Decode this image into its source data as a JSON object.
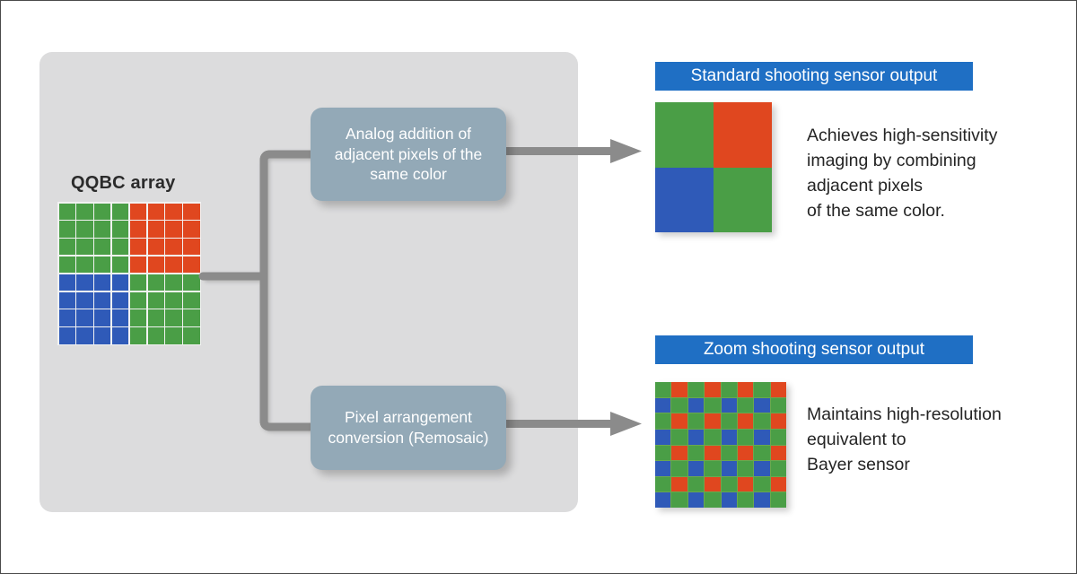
{
  "diagram": {
    "title_left": "QQBC array",
    "colors": {
      "green": "#4a9e46",
      "red": "#e0471f",
      "blue": "#2f5ab8",
      "panel": "#dcdcdd",
      "process_box": "#93a9b7",
      "banner": "#1f6fc4",
      "arrow": "#8b8b8b",
      "text": "#242424"
    },
    "process_boxes": [
      {
        "id": "analog-addition",
        "label": "Analog addition of\nadjacent pixels\nof the same color"
      },
      {
        "id": "remosaic",
        "label": "Pixel arrangement\nconversion\n(Remosaic)"
      }
    ],
    "outputs": [
      {
        "id": "standard",
        "banner": "Standard shooting sensor output",
        "description": "Achieves high-sensitivity\nimaging by combining\nadjacent pixels\nof the same color.",
        "pattern_name": "quad-2x2",
        "pattern": [
          [
            "green",
            "red"
          ],
          [
            "blue",
            "green"
          ]
        ]
      },
      {
        "id": "zoom",
        "banner": "Zoom shooting sensor output",
        "description": "Maintains high-resolution\nequivalent to\nBayer sensor",
        "pattern_name": "bayer-8x8",
        "pattern": [
          [
            "green",
            "red",
            "green",
            "red",
            "green",
            "red",
            "green",
            "red"
          ],
          [
            "blue",
            "green",
            "blue",
            "green",
            "blue",
            "green",
            "blue",
            "green"
          ],
          [
            "green",
            "red",
            "green",
            "red",
            "green",
            "red",
            "green",
            "red"
          ],
          [
            "blue",
            "green",
            "blue",
            "green",
            "blue",
            "green",
            "blue",
            "green"
          ],
          [
            "green",
            "red",
            "green",
            "red",
            "green",
            "red",
            "green",
            "red"
          ],
          [
            "blue",
            "green",
            "blue",
            "green",
            "blue",
            "green",
            "blue",
            "green"
          ],
          [
            "green",
            "red",
            "green",
            "red",
            "green",
            "red",
            "green",
            "red"
          ],
          [
            "blue",
            "green",
            "blue",
            "green",
            "blue",
            "green",
            "blue",
            "green"
          ]
        ]
      }
    ],
    "qqbc_pattern_name": "qqbc-8x8",
    "qqbc_pattern": [
      [
        "green",
        "green",
        "green",
        "green",
        "red",
        "red",
        "red",
        "red"
      ],
      [
        "green",
        "green",
        "green",
        "green",
        "red",
        "red",
        "red",
        "red"
      ],
      [
        "green",
        "green",
        "green",
        "green",
        "red",
        "red",
        "red",
        "red"
      ],
      [
        "green",
        "green",
        "green",
        "green",
        "red",
        "red",
        "red",
        "red"
      ],
      [
        "blue",
        "blue",
        "blue",
        "blue",
        "green",
        "green",
        "green",
        "green"
      ],
      [
        "blue",
        "blue",
        "blue",
        "blue",
        "green",
        "green",
        "green",
        "green"
      ],
      [
        "blue",
        "blue",
        "blue",
        "blue",
        "green",
        "green",
        "green",
        "green"
      ],
      [
        "blue",
        "blue",
        "blue",
        "blue",
        "green",
        "green",
        "green",
        "green"
      ]
    ]
  }
}
